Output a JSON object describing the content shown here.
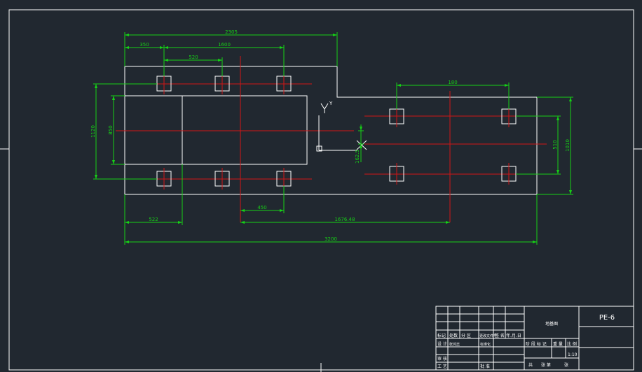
{
  "colors": {
    "background": "#212830",
    "outline": "#ffffff",
    "dimension": "#16d016",
    "centerline": "#d21616"
  },
  "dimensions": {
    "top_total": "2305",
    "top_left_offset": "350",
    "top_span": "1600",
    "top_inner": "520",
    "right_top": "180",
    "bottom_left": "522",
    "bottom_mid": "450",
    "bottom_right": "1676.48",
    "bottom_total": "3200",
    "left_outer": "1120",
    "left_inner": "850",
    "right_inner": "510",
    "right_outer": "1010",
    "center_offset": "162.5"
  },
  "ucs_axis_label": "Y",
  "title_block": {
    "drawing_no": "PE-6",
    "drawing_name": "地基图",
    "scale": "1:10",
    "header_row": [
      "标记",
      "处数",
      "分 区",
      "更改文件号",
      "签 名",
      "年.月.日"
    ],
    "row_design": [
      "设 计",
      "张鸿志",
      "",
      "标准化"
    ],
    "row_review": [
      "审 核"
    ],
    "row_process": [
      "工 艺",
      "",
      "",
      "批 准"
    ],
    "stage_headers": [
      "阶 段 标 记",
      "重 量",
      "比 例"
    ],
    "sheet_labels": [
      "共",
      "张 第",
      "张"
    ]
  }
}
